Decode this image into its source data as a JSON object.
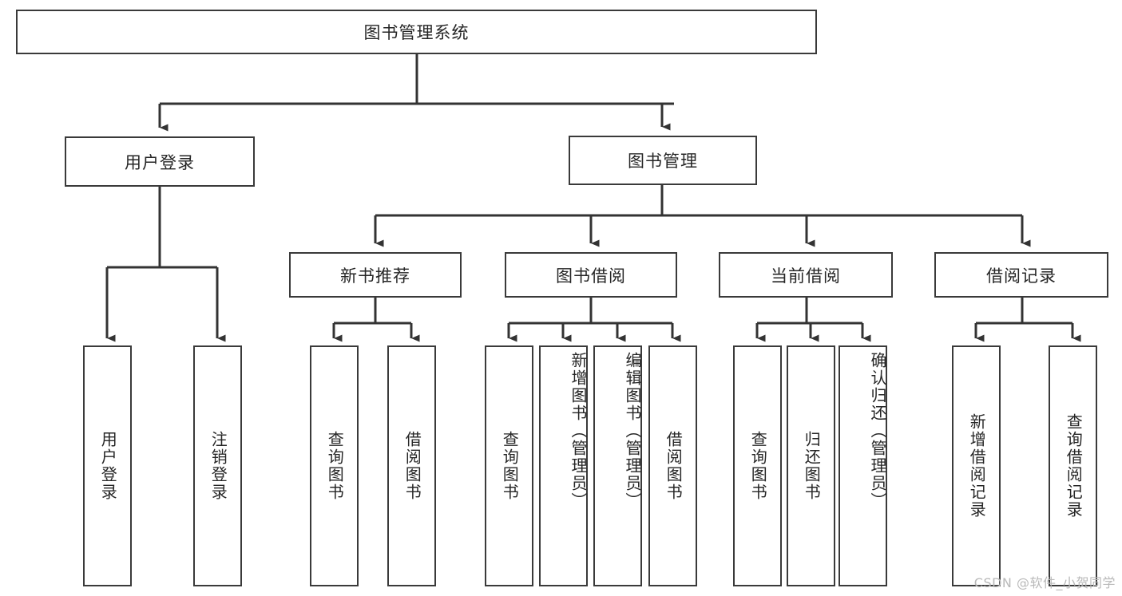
{
  "diagram": {
    "type": "tree",
    "title": "图书管理系统",
    "watermark": "CSDN @软件_小贺同学",
    "line_color": "#3a3a3a",
    "text_color": "#262626",
    "background": "#ffffff",
    "root": {
      "label": "图书管理系统"
    },
    "level2": [
      {
        "label": "用户登录"
      },
      {
        "label": "图书管理"
      }
    ],
    "level3": [
      {
        "label": "新书推荐"
      },
      {
        "label": "图书借阅"
      },
      {
        "label": "当前借阅"
      },
      {
        "label": "借阅记录"
      }
    ],
    "leaves": {
      "user_login": [
        {
          "label": "用户登录"
        },
        {
          "label": "注销登录"
        }
      ],
      "new_book": [
        {
          "label": "查询图书"
        },
        {
          "label": "借阅图书"
        }
      ],
      "book_borrow": [
        {
          "label": "查询图书"
        },
        {
          "label": "新增图书（管理员）"
        },
        {
          "label": "编辑图书（管理员）"
        },
        {
          "label": "借阅图书"
        }
      ],
      "current_borrow": [
        {
          "label": "查询图书"
        },
        {
          "label": "归还图书"
        },
        {
          "label": "确认归还（管理员）"
        }
      ],
      "borrow_record": [
        {
          "label": "新增借阅记录"
        },
        {
          "label": "查询借阅记录"
        }
      ]
    }
  }
}
